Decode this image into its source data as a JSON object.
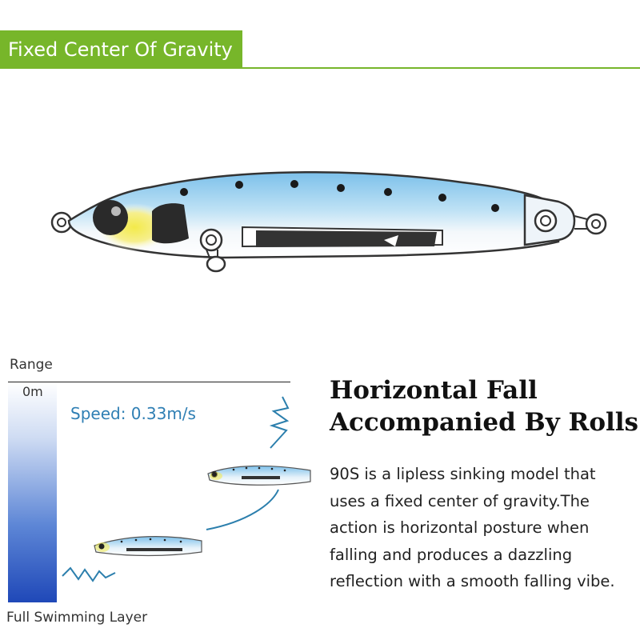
{
  "header": {
    "title": "Fixed Center Of Gravity"
  },
  "diagram": {
    "range_label": "Range",
    "depth_top": "0m",
    "speed": "Speed: 0.33m/s",
    "bottom_label": "Full Swimming Layer"
  },
  "info": {
    "headline": [
      "Horizontal Fall",
      "Accompanied By Rolls"
    ],
    "description": [
      "90S is a lipless sinking model that",
      "uses a fixed center of gravity.The",
      "action is horizontal posture when",
      "falling and produces a dazzling",
      "reflection with a smooth falling vibe."
    ]
  },
  "colors": {
    "accent": "#77b62a",
    "lure_blue": "#8fc8ea",
    "depth_dark": "#1f48b8",
    "speed_text": "#2f7fb4"
  }
}
